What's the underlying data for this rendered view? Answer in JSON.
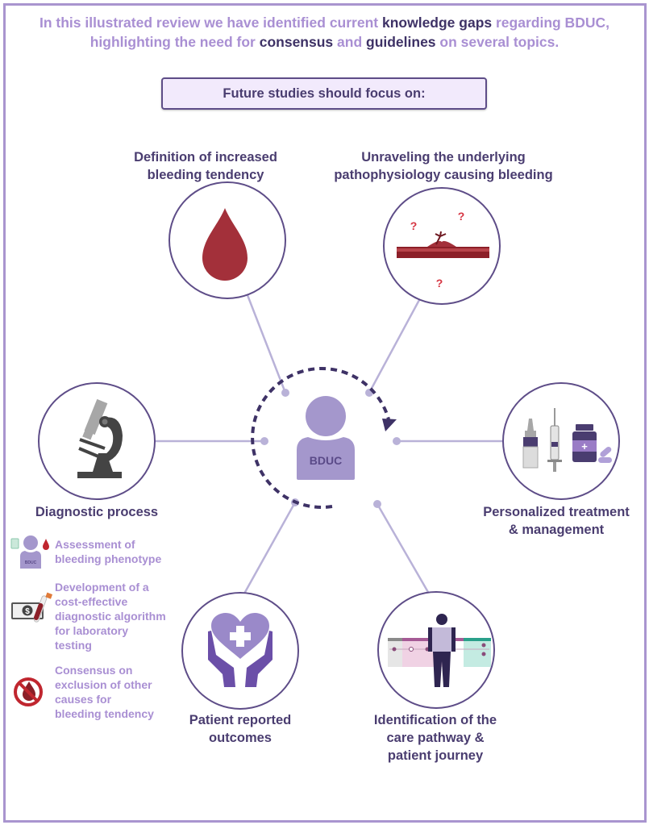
{
  "intro": {
    "segments": [
      {
        "text": "In this illustrated review we have identified current ",
        "emphasis": false
      },
      {
        "text": "knowledge gaps",
        "emphasis": true
      },
      {
        "text": " regarding BDUC, highlighting the need for ",
        "emphasis": false
      },
      {
        "text": "consensus",
        "emphasis": true
      },
      {
        "text": " and ",
        "emphasis": false
      },
      {
        "text": "guidelines",
        "emphasis": true
      },
      {
        "text": " on several topics.",
        "emphasis": false
      }
    ]
  },
  "focus_heading": "Future studies should focus on:",
  "center": {
    "label": "BDUC",
    "icon": "person-icon"
  },
  "topics": [
    {
      "id": "definition",
      "label_lines": [
        "Definition of increased",
        "bleeding tendency"
      ],
      "icon": "blood-drop-icon"
    },
    {
      "id": "pathophysiology",
      "label_lines": [
        "Unraveling the underlying",
        "pathophysiology causing bleeding"
      ],
      "icon": "vessel-bleeding-icon"
    },
    {
      "id": "diagnostic",
      "label_lines": [
        "Diagnostic process"
      ],
      "icon": "microscope-icon"
    },
    {
      "id": "treatment",
      "label_lines": [
        "Personalized treatment",
        "& management"
      ],
      "icon": "medication-icon"
    },
    {
      "id": "outcomes",
      "label_lines": [
        "Patient reported",
        "outcomes"
      ],
      "icon": "hands-heart-icon"
    },
    {
      "id": "care-pathway",
      "label_lines": [
        "Identification of the",
        "care pathway &",
        "patient journey"
      ],
      "icon": "patient-journey-icon"
    }
  ],
  "diagnostic_subitems": [
    {
      "lines": [
        "Assessment of",
        "bleeding phenotype"
      ],
      "icon": "patient-phenotype-icon",
      "icon_label": "BDUC"
    },
    {
      "lines": [
        "Development of a",
        "cost-effective",
        "diagnostic algorithm",
        "for laboratory",
        "testing"
      ],
      "icon": "money-test-tube-icon"
    },
    {
      "lines": [
        "Consensus on",
        "exclusion of other",
        "causes for",
        "bleeding tendency"
      ],
      "icon": "no-bleeding-icon"
    }
  ],
  "colors": {
    "frame": "#a995cf",
    "intro_text": "#a98fd3",
    "emphasis_text": "#3e3266",
    "heading_text": "#4a3d70",
    "circle_stroke": "#5e4d88",
    "connector": "#b9b2d8",
    "blood": "#a3303a",
    "person": "#a497cc",
    "focus_fill": "#f2eafc"
  }
}
